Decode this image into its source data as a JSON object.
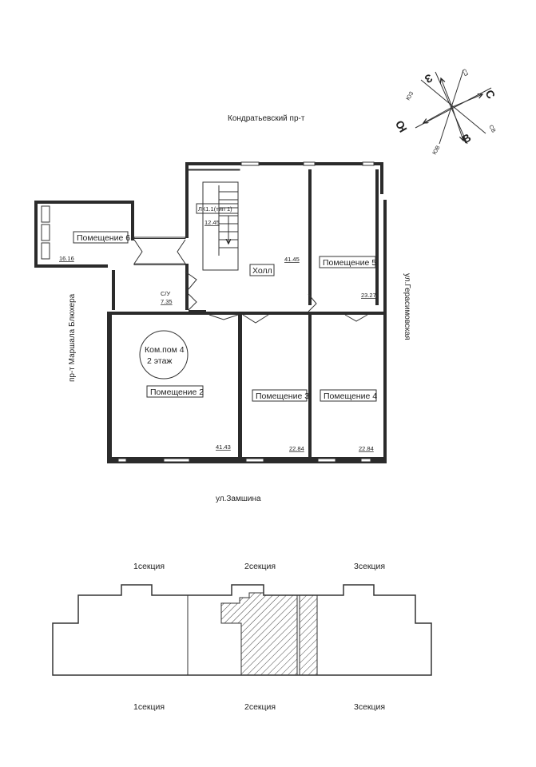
{
  "streets": {
    "north": "Кондратьевский пр-т",
    "south": "ул.Замшина",
    "east": "ул.Герасимовская",
    "west": "пр-т Маршала Блюхера"
  },
  "compass": {
    "s": "С",
    "sz": "СЗ",
    "sv": "СВ",
    "z": "З",
    "v": "В",
    "yu": "Ю",
    "yuz": "ЮЗ",
    "yuv": "ЮВ"
  },
  "rooms": {
    "r6": {
      "label": "Помещение 6",
      "area": "16.16"
    },
    "lk": {
      "label": "ЛК1.1(тип 1)",
      "area": "12.45"
    },
    "hall": {
      "label": "Холл",
      "area": "41.45"
    },
    "r5": {
      "label": "Помещение 5",
      "area": "23.27"
    },
    "wc": {
      "label": "С/У",
      "area": "7.35"
    },
    "r2": {
      "label": "Помещение 2",
      "area": "41.43"
    },
    "r3": {
      "label": "Помещение 3",
      "area": "22.84"
    },
    "r4": {
      "label": "Помещение 4",
      "area": "22.84"
    }
  },
  "marker": {
    "line1": "Ком.пом 4",
    "line2": "2 этаж"
  },
  "sections": {
    "top": [
      "1секция",
      "2секция",
      "3секция"
    ],
    "bottom": [
      "1секция",
      "2секция",
      "3секция"
    ]
  }
}
